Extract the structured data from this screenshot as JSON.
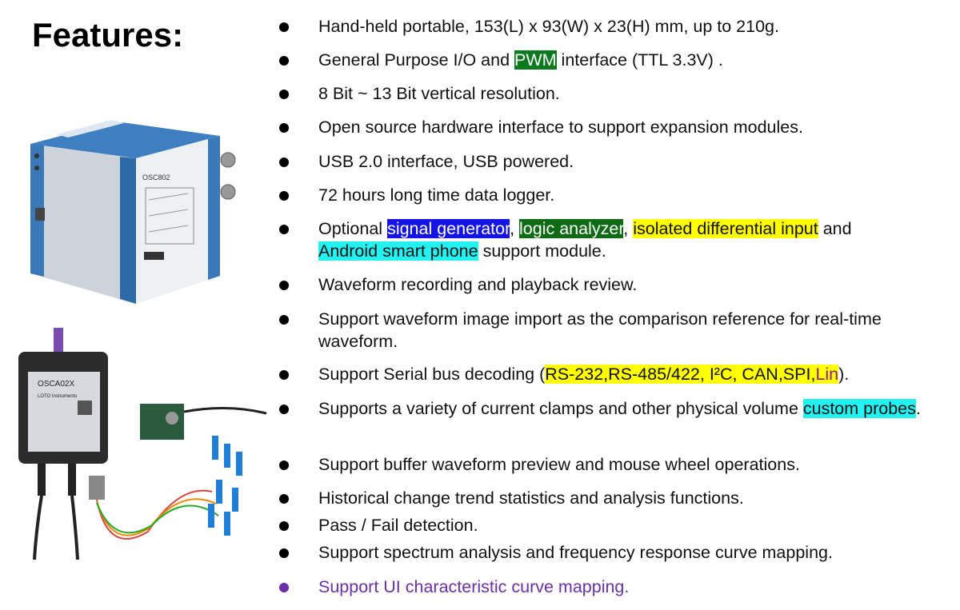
{
  "title": "Features:",
  "colors": {
    "accent_purple": "#6b2fa8",
    "highlight_yellow": "#ffff00",
    "highlight_cyan": "#22f2f2",
    "highlight_blue": "#1414e6",
    "highlight_green": "#0b7a1e"
  },
  "devices": {
    "top_label": "OSC802",
    "bottom_label": "OSCA02X",
    "bottom_brand": "LOTO Instruments"
  },
  "features": {
    "f1": "Hand-held portable, 153(L) x 93(W) x 23(H) mm, up to 210g.",
    "f2a": "General Purpose I/O and ",
    "f2b": "PWM",
    "f2c": " interface (TTL 3.3V) .",
    "f3": "8 Bit ~ 13 Bit vertical resolution.",
    "f4": "Open source hardware interface to support expansion modules.",
    "f5": "USB 2.0 interface, USB powered.",
    "f6": "72 hours long time data logger.",
    "f7a": "Optional ",
    "f7b": "signal generator",
    "f7c": ", ",
    "f7d": "logic analyzer",
    "f7e": ", ",
    "f7f": "isolated differential input",
    "f7g": " and",
    "f7h": "Android smart phone",
    "f7i": " support module.",
    "f8": "Waveform recording and playback review.",
    "f9": "Support waveform image import as the comparison reference for real-time waveform.",
    "f10a": "Support Serial bus decoding (",
    "f10b": "RS-232,RS-485/422, I²C, CAN,SPI,",
    "f10c": "Lin",
    "f10d": ").",
    "f11a": "Supports a variety of current clamps and other physical volume ",
    "f11b": "custom probes",
    "f11c": ".",
    "f12": "Support buffer waveform preview and mouse wheel operations.",
    "f13": "Historical change trend statistics and analysis functions.",
    "f14": "Pass / Fail detection.",
    "f15": "Support spectrum analysis and frequency response curve mapping.",
    "f16": "Support UI characteristic curve mapping."
  }
}
